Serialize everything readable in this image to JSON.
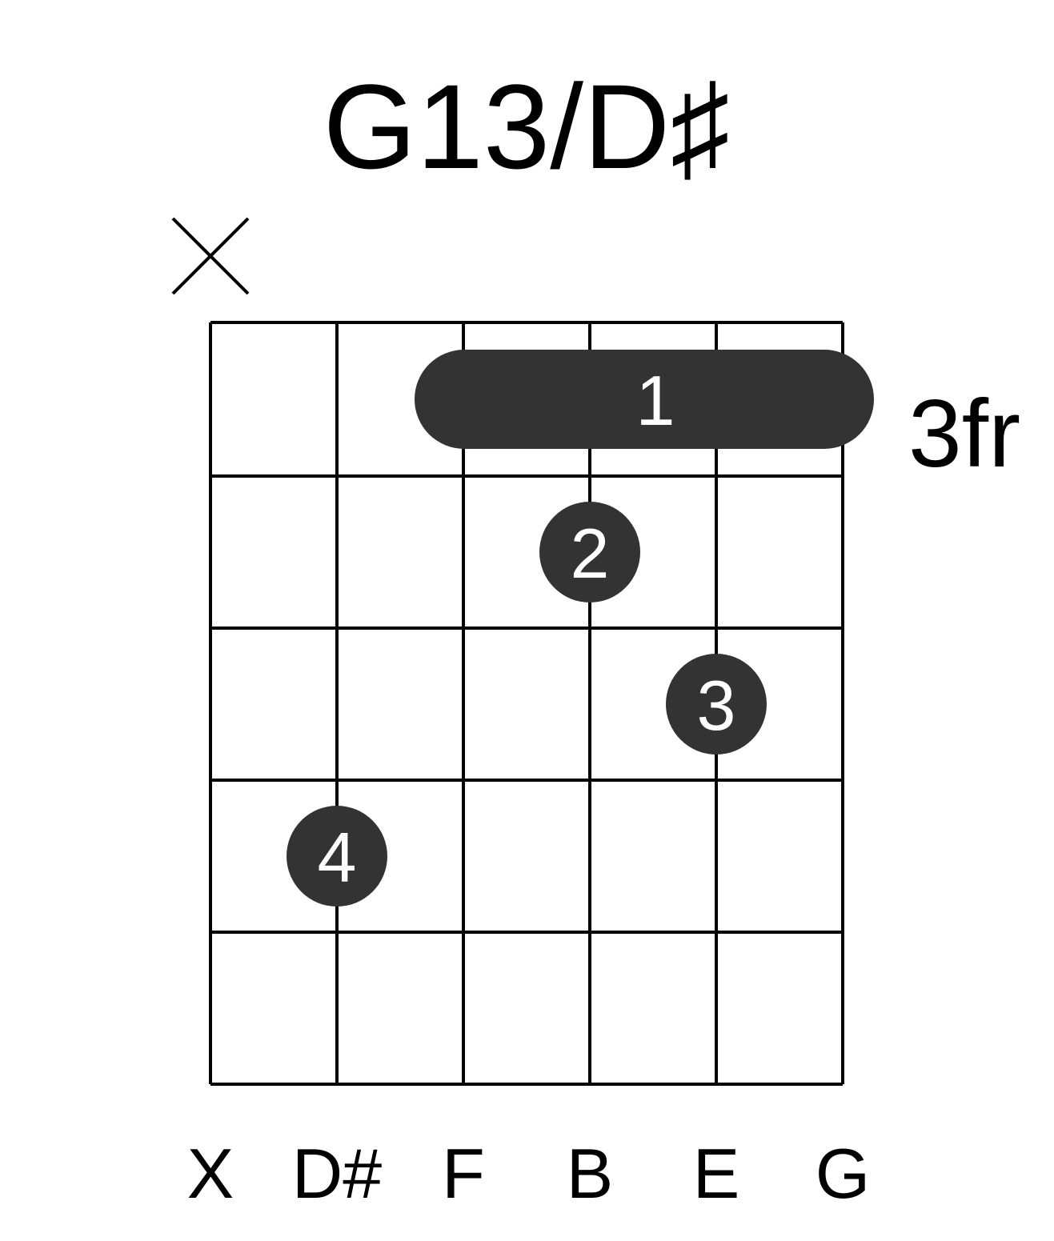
{
  "title": "G13/D♯",
  "fret_label": "3fr",
  "colors": {
    "dot": "#333333",
    "dot_text": "#ffffff",
    "grid": "#000000"
  },
  "strings": [
    {
      "index": 0,
      "note": "X",
      "muted": true
    },
    {
      "index": 1,
      "note": "D#",
      "muted": false
    },
    {
      "index": 2,
      "note": "F",
      "muted": false
    },
    {
      "index": 3,
      "note": "B",
      "muted": false
    },
    {
      "index": 4,
      "note": "E",
      "muted": false
    },
    {
      "index": 5,
      "note": "G",
      "muted": false
    }
  ],
  "barre": {
    "finger": "1",
    "fret": 1,
    "from_string": 2,
    "to_string": 5
  },
  "fingers": [
    {
      "finger": "2",
      "string": 3,
      "fret": 2
    },
    {
      "finger": "3",
      "string": 4,
      "fret": 3
    },
    {
      "finger": "4",
      "string": 1,
      "fret": 4
    }
  ],
  "fret_count": 5,
  "string_count": 6
}
